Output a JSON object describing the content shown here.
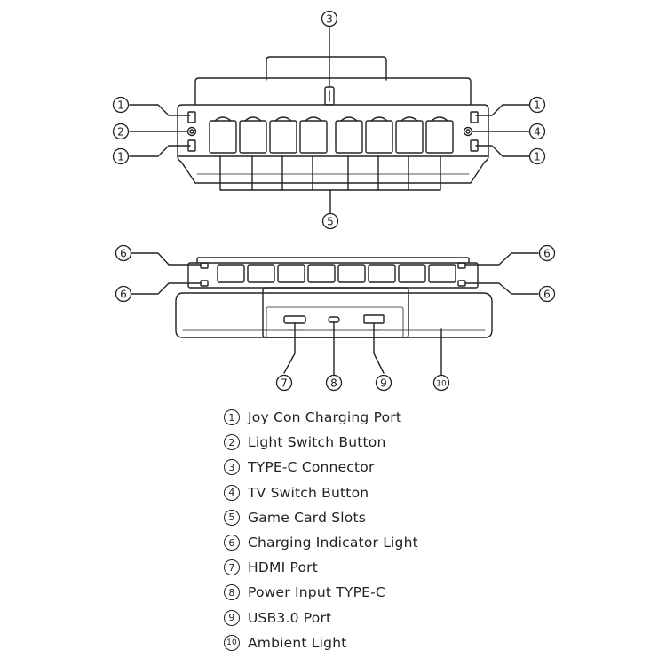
{
  "callouts": {
    "c1": "1",
    "c2": "2",
    "c3": "3",
    "c4": "4",
    "c5": "5",
    "c6": "6",
    "c7": "7",
    "c8": "8",
    "c9": "9",
    "c10": "10"
  },
  "legend": [
    {
      "num": "1",
      "label": "Joy Con Charging Port"
    },
    {
      "num": "2",
      "label": "Light Switch Button"
    },
    {
      "num": "3",
      "label": "TYPE-C Connector"
    },
    {
      "num": "4",
      "label": "TV Switch Button"
    },
    {
      "num": "5",
      "label": "Game Card Slots"
    },
    {
      "num": "6",
      "label": "Charging Indicator Light"
    },
    {
      "num": "7",
      "label": "HDMI Port"
    },
    {
      "num": "8",
      "label": "Power Input TYPE-C"
    },
    {
      "num": "9",
      "label": "USB3.0 Port"
    },
    {
      "num": "10",
      "label": "Ambient Light"
    }
  ],
  "colors": {
    "line": "#222222",
    "body_fill": "#ffffff",
    "shadow": "#e6e6e6"
  },
  "icons": [
    "callout-circle",
    "game-card-slot",
    "hdmi-port",
    "usb-c-port",
    "usb-a-port"
  ]
}
